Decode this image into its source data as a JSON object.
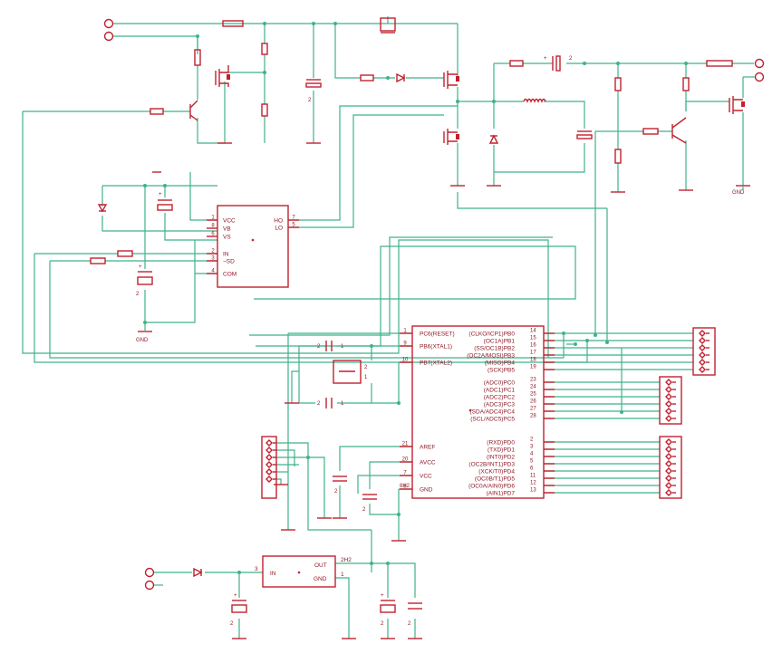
{
  "driver_ic": {
    "left_pins": [
      {
        "num": "1",
        "name": "VCC"
      },
      {
        "num": "8",
        "name": "VB"
      },
      {
        "num": "6",
        "name": "VS"
      },
      {
        "num": "2",
        "name": "IN"
      },
      {
        "num": "3",
        "name": "~SD"
      },
      {
        "num": "4",
        "name": "COM"
      }
    ],
    "right_pins": [
      {
        "num": "7",
        "name": "HO"
      },
      {
        "num": "5",
        "name": "LO"
      }
    ]
  },
  "mcu": {
    "left_pins": [
      {
        "num": "1",
        "name": "PC6(RESET)"
      },
      {
        "num": "9",
        "name": "PB6(XTAL1)"
      },
      {
        "num": "10",
        "name": "PB7(XTAL2)"
      },
      {
        "num": "21",
        "name": "AREF"
      },
      {
        "num": "20",
        "name": "AVCC"
      },
      {
        "num": "7",
        "name": "VCC"
      },
      {
        "num": "8",
        "name": "GND"
      }
    ],
    "right_port_b": [
      {
        "num": "14",
        "name": "(CLKO/ICP1)PB0"
      },
      {
        "num": "15",
        "name": "(OC1A)PB1"
      },
      {
        "num": "16",
        "name": "(SS/OC1B)PB2"
      },
      {
        "num": "17",
        "name": "(OC2A/MOSI)PB3"
      },
      {
        "num": "18",
        "name": "(MISO)PB4"
      },
      {
        "num": "19",
        "name": "(SCK)PB5"
      }
    ],
    "right_port_c": [
      {
        "num": "23",
        "name": "(ADC0)PC0"
      },
      {
        "num": "24",
        "name": "(ADC1)PC1"
      },
      {
        "num": "25",
        "name": "(ADC2)PC2"
      },
      {
        "num": "26",
        "name": "(ADC3)PC3"
      },
      {
        "num": "27",
        "name": "(SDA/ADC4)PC4"
      },
      {
        "num": "28",
        "name": "(SCL/ADC5)PC5"
      }
    ],
    "right_port_d": [
      {
        "num": "2",
        "name": "(RXD)PD0"
      },
      {
        "num": "3",
        "name": "(TXD)PD1"
      },
      {
        "num": "4",
        "name": "(INT0)PD2"
      },
      {
        "num": "5",
        "name": "(OC2B/INT1)PD3"
      },
      {
        "num": "6",
        "name": "(XCK/T0)PD4"
      },
      {
        "num": "11",
        "name": "(OC0B/T1)PD5"
      },
      {
        "num": "12",
        "name": "(OC0A/AIN0)PD6"
      },
      {
        "num": "13",
        "name": "(AIN1)PD7"
      }
    ],
    "gnd_extra": "8H2"
  },
  "regulator": {
    "in_num": "3",
    "in": "IN",
    "out_num": "2H2",
    "out": "OUT",
    "gnd_num": "1",
    "gnd": "GND"
  },
  "crystal": {
    "pin_a": "2",
    "pin_b": "1"
  },
  "ground_labels": {
    "driver": "GND",
    "output": "GND"
  },
  "inductor": "nnnnnn",
  "colors": {
    "wire": "#3fb28c",
    "part": "#c0212f",
    "background": "#ffffff"
  }
}
